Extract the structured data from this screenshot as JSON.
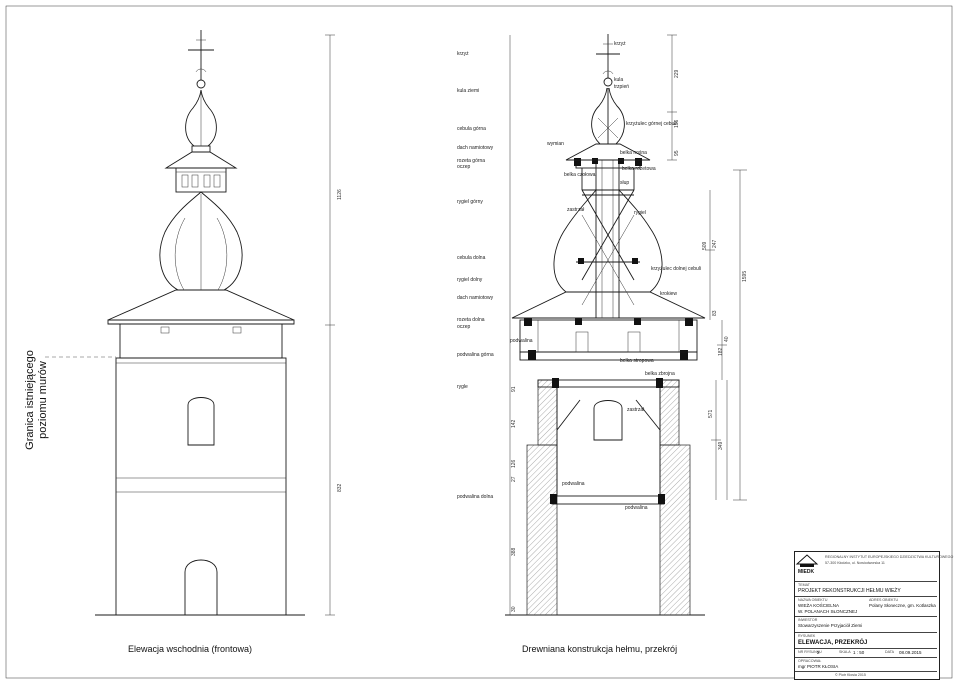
{
  "left_view": {
    "caption": "Elewacja wschodnia (frontowa)",
    "boundary_note": "Granica istniejącego poziomu murów",
    "dims": {
      "total": "1126",
      "lower": "832"
    }
  },
  "right_view": {
    "caption": "Drewniana konstrukcja hełmu, przekrój",
    "labels": [
      "krzyż",
      "kula ziemi",
      "cebula górna",
      "dach namiotowy",
      "rozeta górna",
      "oczep",
      "rygiel górny",
      "cebula dolna",
      "rygiel dolny",
      "dach namiotowy",
      "rozeta dolna",
      "oczep",
      "podwalina górna",
      "rygle",
      "podwalina dolna"
    ],
    "member_notes": [
      "krzyż",
      "kula",
      "trzpień",
      "krzyżulec górnej cebuli",
      "wymian",
      "belka nośna",
      "belka rozetowa",
      "słup",
      "belka czołowa",
      "zastrzał",
      "rygiel",
      "krzyżulec dolnej cebuli",
      "krokiew",
      "podwalina",
      "belka zbrojna",
      "belka stropowa",
      "zastrzał",
      "podwalina",
      "podwalina"
    ],
    "dims_right": [
      "229",
      "156",
      "95",
      "509",
      "1595",
      "247",
      "83",
      "182",
      "40",
      "571",
      "349"
    ],
    "dims_left": [
      "91",
      "142",
      "126",
      "27",
      "388",
      "30"
    ]
  },
  "title_block": {
    "institution": "REGIONALNY INSTYTUT EUROPEJSKIEGO DZIEDZICTWA KULTUROWEGO",
    "address": "57-300 Kłodzko, ul. Nowiodworska 11",
    "logo_text": "MIEDK",
    "topic_label": "TEMAT",
    "topic": "PROJEKT REKONSTRUKCJI HEŁMU WIEŻY",
    "object_label": "NAZWA OBIEKTU",
    "object": "WIEŻA KOŚCIELNA",
    "object2": "W. POLANACH SŁONCZNEJ",
    "address_label": "ADRES OBIEKTU",
    "object_address": "Polany Słoneczne, gm. Kotlaszka",
    "investor_label": "INWESTOR",
    "investor": "Stowarzyszenie Przyjaciół Ziemi",
    "drawing_label": "RYSUNEK",
    "drawing": "ELEWACJA, PRZEKRÓJ",
    "sheet_label": "NR RYSUNKU",
    "sheet_no": "2",
    "scale_label": "SKALA",
    "scale": "1 : 50",
    "date_label": "DATA",
    "date": "08.09.2015",
    "author_label": "OPRACOWAŁ",
    "author": "mgr PIOTR KŁOSIA",
    "footer": "© Piotr Kłosia 2015"
  },
  "colors": {
    "line": "#1a1a1a",
    "hatch": "#888888",
    "background": "#ffffff"
  }
}
